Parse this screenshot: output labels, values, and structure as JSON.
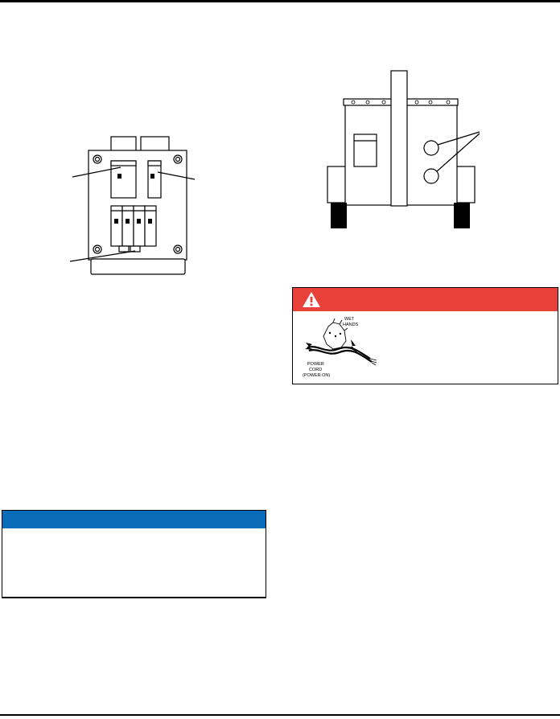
{
  "figures": {
    "generator_rear": {
      "icon": "generator-rear-view-icon"
    },
    "breaker_panel": {
      "icon": "circuit-breaker-panel-icon"
    },
    "wet_hands": {
      "icon": "wet-hands-power-cord-icon",
      "label_wet": "WET",
      "label_hands": "HANDS",
      "label_cord_1": "POWER",
      "label_cord_2": "CORD",
      "label_cord_3": "(POWER ON)"
    }
  },
  "warning": {
    "icon": "warning-triangle-icon",
    "color": "#e8413a"
  },
  "notice": {
    "color": "#0a6cb8"
  }
}
